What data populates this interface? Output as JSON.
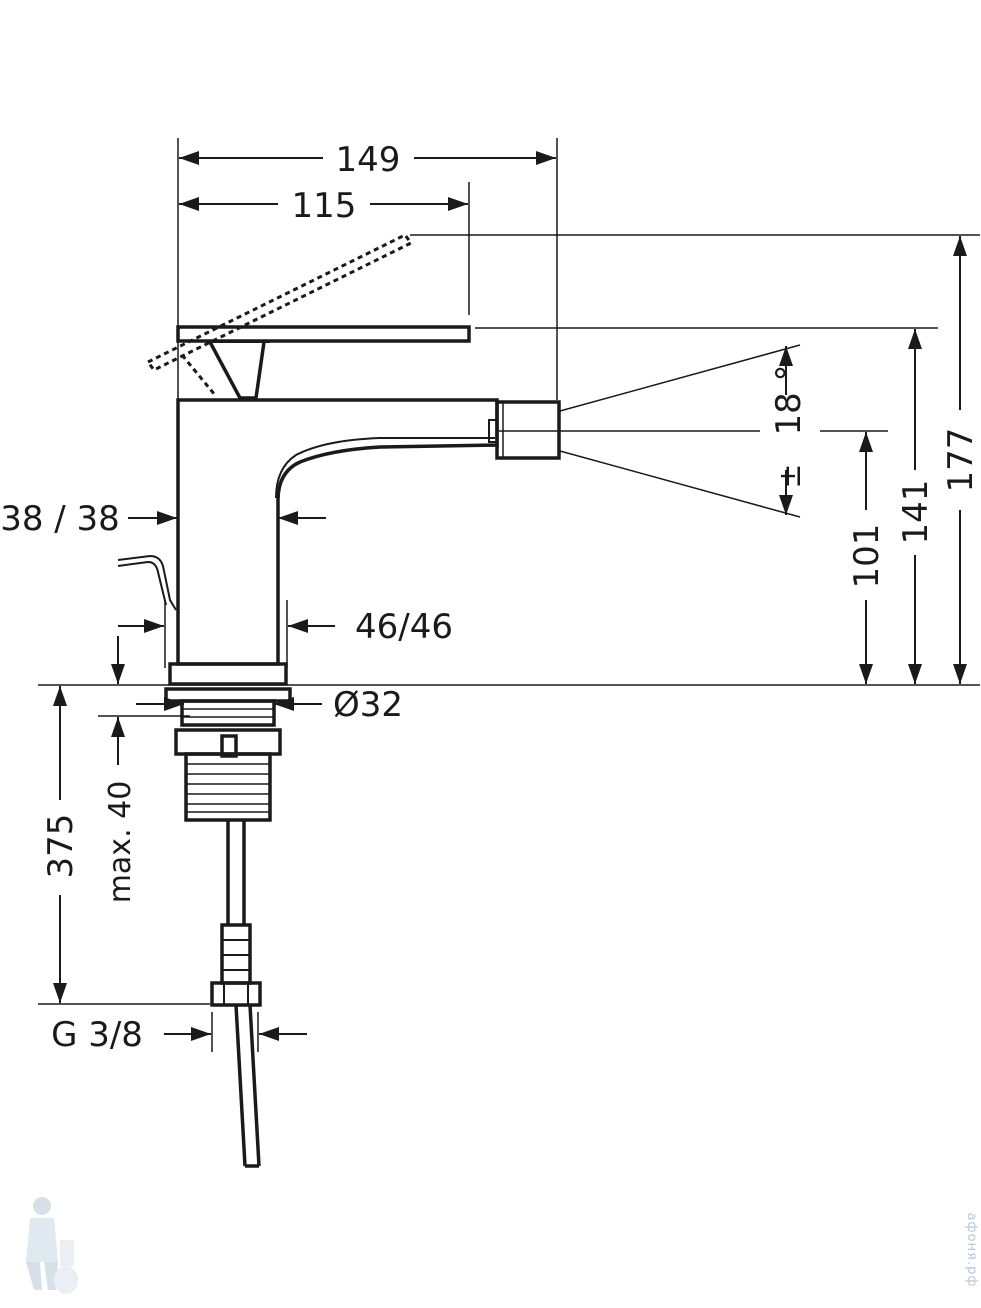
{
  "dimensions": {
    "width_total": "149",
    "width_lever": "115",
    "height_total": "177",
    "height_lever": "141",
    "height_spout": "101",
    "angle": "18 °",
    "angle_prefix": "±",
    "body_left": "38 / 38",
    "body_bottom": "46/46",
    "diameter": "Ø32",
    "length_hose": "375",
    "max_thickness": "max. 40",
    "thread": "G 3/8"
  },
  "watermark": {
    "text": "афоня.рф"
  },
  "colors": {
    "line": "#1a1a1a",
    "watermark": "#b8c8d8"
  }
}
